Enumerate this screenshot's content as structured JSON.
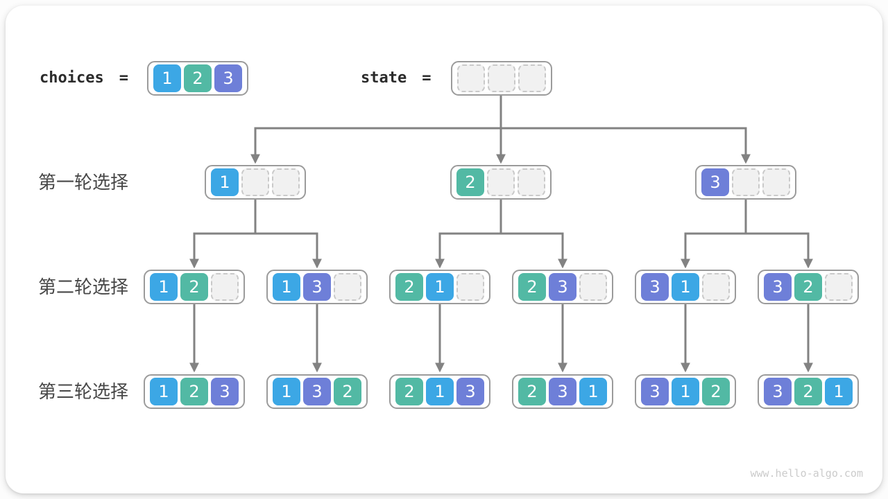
{
  "legend": {
    "choices_label": "choices",
    "equals": "=",
    "choices_values": [
      1,
      2,
      3
    ],
    "state_label": "state",
    "state_slots": 3
  },
  "tree": {
    "slots_per_node": 3,
    "levels": [
      {
        "label": "第一轮选择",
        "nodes": [
          [
            1
          ],
          [
            2
          ],
          [
            3
          ]
        ]
      },
      {
        "label": "第二轮选择",
        "nodes": [
          [
            1,
            2
          ],
          [
            1,
            3
          ],
          [
            2,
            1
          ],
          [
            2,
            3
          ],
          [
            3,
            1
          ],
          [
            3,
            2
          ]
        ]
      },
      {
        "label": "第三轮选择",
        "nodes": [
          [
            1,
            2,
            3
          ],
          [
            1,
            3,
            2
          ],
          [
            2,
            1,
            3
          ],
          [
            2,
            3,
            1
          ],
          [
            3,
            1,
            2
          ],
          [
            3,
            2,
            1
          ]
        ]
      }
    ]
  },
  "colors": {
    "value_1": "#3CA7E5",
    "value_2": "#52B9A4",
    "value_3": "#6E7FD8",
    "arrow": "#828282",
    "node_border": "#9B9B9B",
    "empty_cell_bg": "#F1F1F1",
    "empty_cell_border": "#C9C9C9"
  },
  "watermark": "www.hello-algo.com"
}
